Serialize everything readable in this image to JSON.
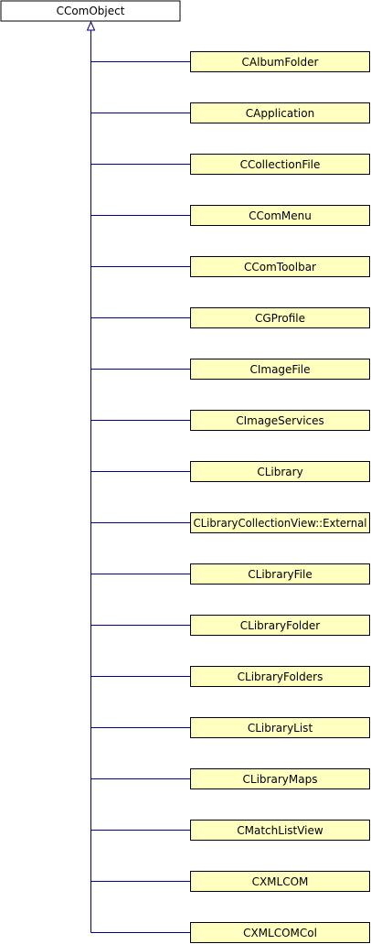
{
  "diagram": {
    "root": {
      "label": "CComObject"
    },
    "children": [
      {
        "label": "CAlbumFolder"
      },
      {
        "label": "CApplication"
      },
      {
        "label": "CCollectionFile"
      },
      {
        "label": "CComMenu"
      },
      {
        "label": "CComToolbar"
      },
      {
        "label": "CGProfile"
      },
      {
        "label": "CImageFile"
      },
      {
        "label": "CImageServices"
      },
      {
        "label": "CLibrary"
      },
      {
        "label": "CLibraryCollectionView::External"
      },
      {
        "label": "CLibraryFile"
      },
      {
        "label": "CLibraryFolder"
      },
      {
        "label": "CLibraryFolders"
      },
      {
        "label": "CLibraryList"
      },
      {
        "label": "CLibraryMaps"
      },
      {
        "label": "CMatchListView"
      },
      {
        "label": "CXMLCOM"
      },
      {
        "label": "CXMLCOMCol"
      }
    ],
    "colors": {
      "root_fill": "#ffffff",
      "child_fill": "#ffffc0",
      "border": "#000000",
      "edge": "#000080"
    }
  }
}
